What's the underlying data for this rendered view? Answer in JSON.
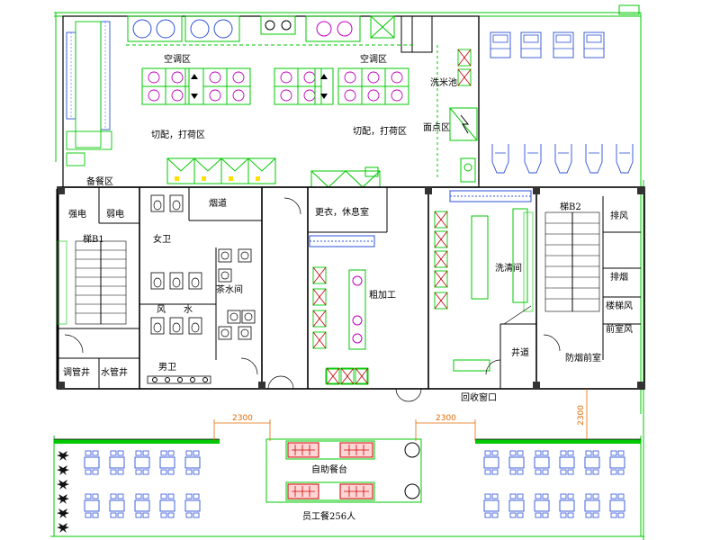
{
  "diagram": {
    "type": "floor-plan",
    "rooms": {
      "ac_zone_left": "空调区",
      "ac_zone_right": "空调区",
      "prep_zone_left": "切配，打荷区",
      "prep_zone_right": "切配，打荷区",
      "rice_wash": "洗米池",
      "pastry_zone": "面点区",
      "serving_prep": "备餐区",
      "strong_power": "强电",
      "weak_power": "弱电",
      "stair_b1": "梯B1",
      "womens_restroom": "女卫",
      "chimney": "烟道",
      "tea_room": "茶水间",
      "wind_shaft": "风",
      "water_shaft": "水",
      "mens_restroom": "男卫",
      "regulating_shaft": "调管井",
      "water_pipe_shaft": "水管井",
      "locker_rest": "更衣，休息室",
      "rough_processing": "粗加工",
      "washing_room": "洗清间",
      "stair_b2": "梯B2",
      "exhaust_fan": "排风",
      "smoke_exhaust": "排烟",
      "stair_fan": "楼梯风",
      "front_room_fan": "前室风",
      "well_passage": "井道",
      "smoke_front_room": "防烟前室",
      "return_window": "回收窗口",
      "buffet_counter": "自助餐台",
      "staff_dining": "员工餐256人"
    },
    "dimensions": {
      "gap_left": "2300",
      "gap_right": "2300",
      "gap_vertical": "2300"
    },
    "colors": {
      "wall": "#000000",
      "equipment": "#00c800",
      "furniture": "#2b50d8",
      "appliance": "#c000c0",
      "buffet": "#d00000",
      "dimension": "#e36b00",
      "yellow_marker": "#ffe000"
    },
    "icons": {
      "plant": "potted-plant-icon",
      "stove_burner": "burner-icon",
      "sink": "sink-icon",
      "table_set": "dining-table-icon"
    }
  }
}
